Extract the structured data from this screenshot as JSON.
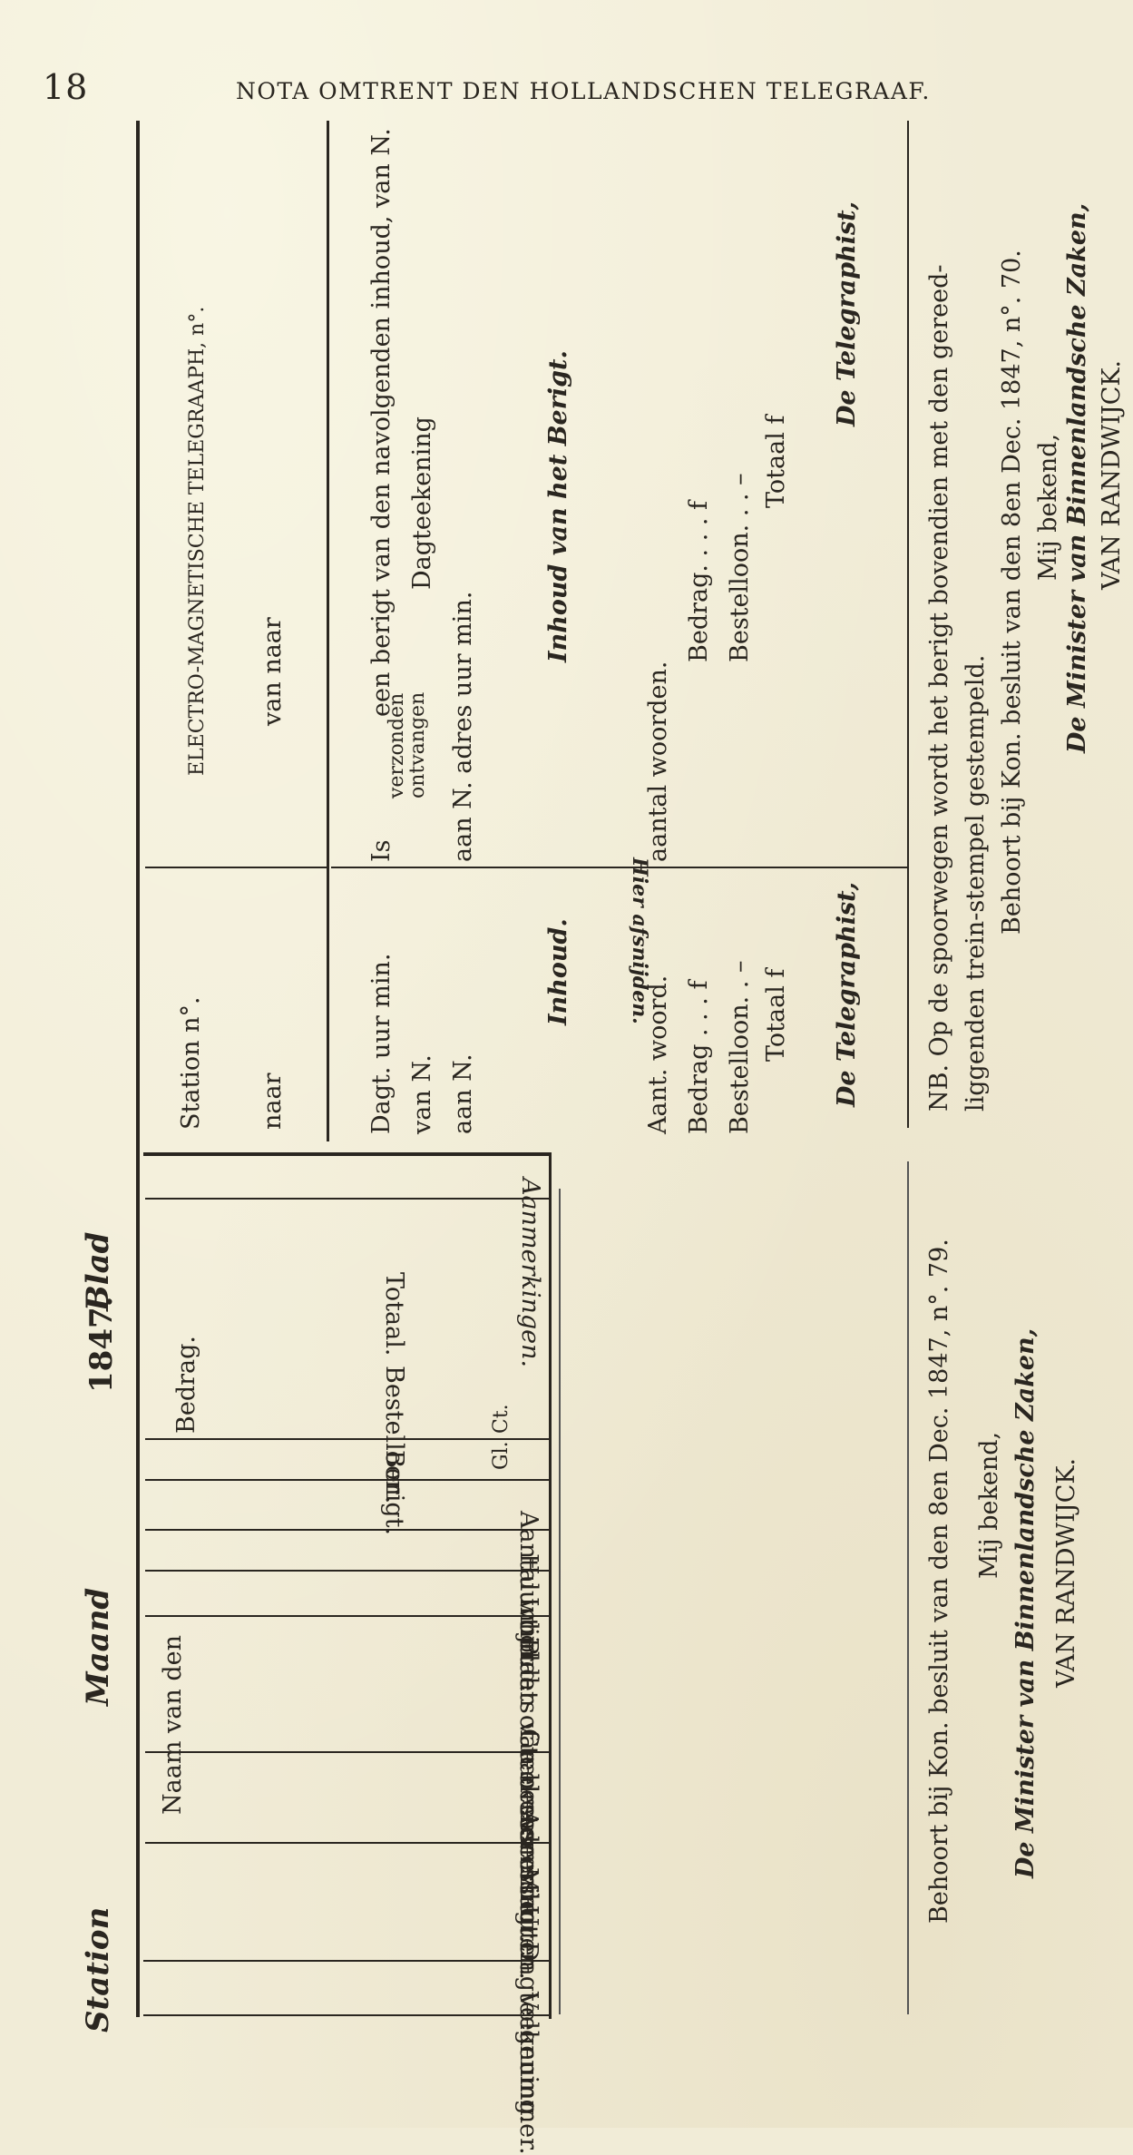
{
  "page": {
    "number": "18",
    "running_head": "NOTA OMTRENT DEN HOLLANDSCHEN TELEGRAAF."
  },
  "register": {
    "head": {
      "station": "Station",
      "maand": "Maand",
      "year": "1847.",
      "blad": "Blad"
    },
    "columns": {
      "volgnummer": "Volgnummer.",
      "dagteekening": "Dagteekening.",
      "uren": "Uren.",
      "minuten": "Minuten.",
      "naam_van_den": "Naam van den",
      "adressant": "Adressant.",
      "geadresseerde": "Geadresseerde.",
      "plaats": "Plaats van bestemming.",
      "inhoud": "Inhoud.",
      "huurtijd": "Huurtijd.",
      "aantal": "Aantal woorden of teekens.",
      "bedrag": "Bedrag.",
      "berigt": "Berigt.",
      "bestelloon": "Bestelloon.",
      "totaal": "Totaal.",
      "gl": "Gl.",
      "ct": "Ct.",
      "aanmerkingen": "Aanmerkingen."
    },
    "footer": {
      "line1": "Behoort bij Kon. besluit van den 8en Dec. 1847, n°. 79.",
      "line2": "Mij bekend,",
      "line3": "De Minister van Binnenlandsche Zaken,",
      "line4": "VAN RANDWIJCK."
    }
  },
  "form": {
    "stub": {
      "station": "Station   n°.",
      "naar": "naar",
      "dagt": "Dagt.      uur     min.",
      "van_n": "van N.",
      "aan_n": "aan N.",
      "inhoud": "Inhoud.",
      "aant_woord": "Aant. woord.",
      "bedrag": "Bedrag . . . f",
      "bestelloon": "Bestelloon. . –",
      "totaal": "Totaal f",
      "telegraphist": "De Telegraphist,"
    },
    "cut_line": "Hier afsnijden.",
    "main": {
      "title": "ELECTRO-MAGNETISCHE TELEGRAAPH, n°.",
      "van_naar": "van                                        naar",
      "is": "Is",
      "verzonden": "verzonden",
      "ontvangen": "ontvangen",
      "berigt_line": "een berigt van den navolgenden inhoud, van N.",
      "dagteekening": "Dagteekening",
      "aan_n_line": "aan N.                 adres              uur              min.",
      "inhoud_heading": "Inhoud van het Berigt.",
      "aantal_woorden": "aantal woorden.",
      "bedrag": "Bedrag. . . . f",
      "bestelloon": "Bestelloon. . . –",
      "totaal": "Totaal f",
      "telegraphist": "De Telegraphist,"
    },
    "nb": {
      "line1": "NB. Op de spoorwegen wordt het berigt bovendien met den gereed-",
      "line2": "liggenden trein-stempel gestempeld.",
      "line3": "Behoort bij Kon. besluit van den 8en Dec. 1847, n°. 70.",
      "line4": "Mij bekend,",
      "line5": "De Minister van Binnenlandsche Zaken,",
      "line6": "VAN RANDWIJCK."
    }
  }
}
